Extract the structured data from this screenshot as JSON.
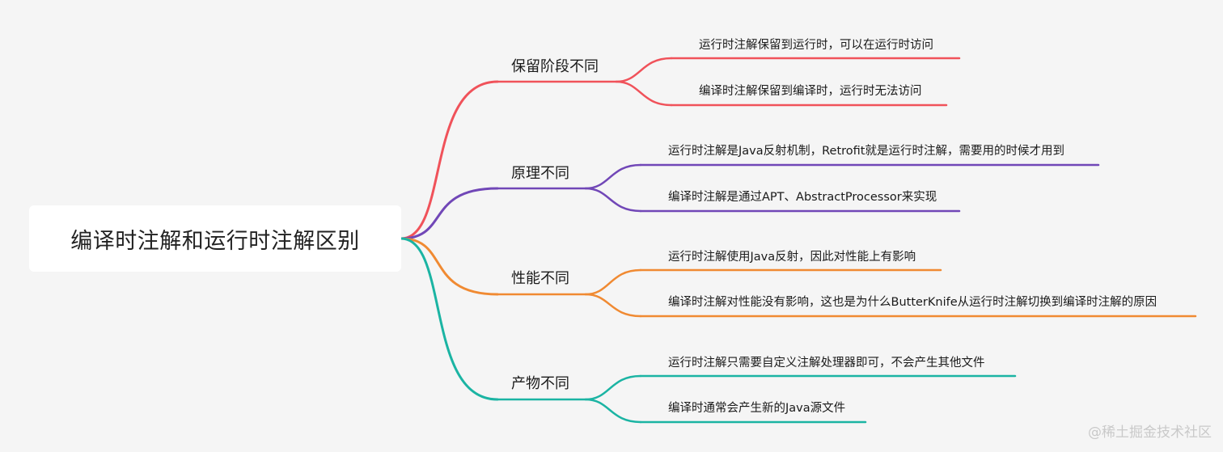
{
  "root": {
    "label": "编译时注解和运行时注解区别"
  },
  "branches": [
    {
      "label": "保留阶段不同",
      "color": "#f0525a",
      "leaves": [
        "运行时注解保留到运行时，可以在运行时访问",
        "编译时注解保留到编译时，运行时无法访问"
      ]
    },
    {
      "label": "原理不同",
      "color": "#7147b7",
      "leaves": [
        "运行时注解是Java反射机制，Retrofit就是运行时注解，需要用的时候才用到",
        "编译时注解是通过APT、AbstractProcessor来实现"
      ]
    },
    {
      "label": "性能不同",
      "color": "#f08a32",
      "leaves": [
        "运行时注解使用Java反射，因此对性能上有影响",
        "编译时注解对性能没有影响，这也是为什么ButterKnife从运行时注解切换到编译时注解的原因"
      ]
    },
    {
      "label": "产物不同",
      "color": "#1bb4a3",
      "leaves": [
        "运行时注解只需要自定义注解处理器即可，不会产生其他文件",
        "编译时通常会产生新的Java源文件"
      ]
    }
  ],
  "watermark": "@稀土掘金技术社区"
}
